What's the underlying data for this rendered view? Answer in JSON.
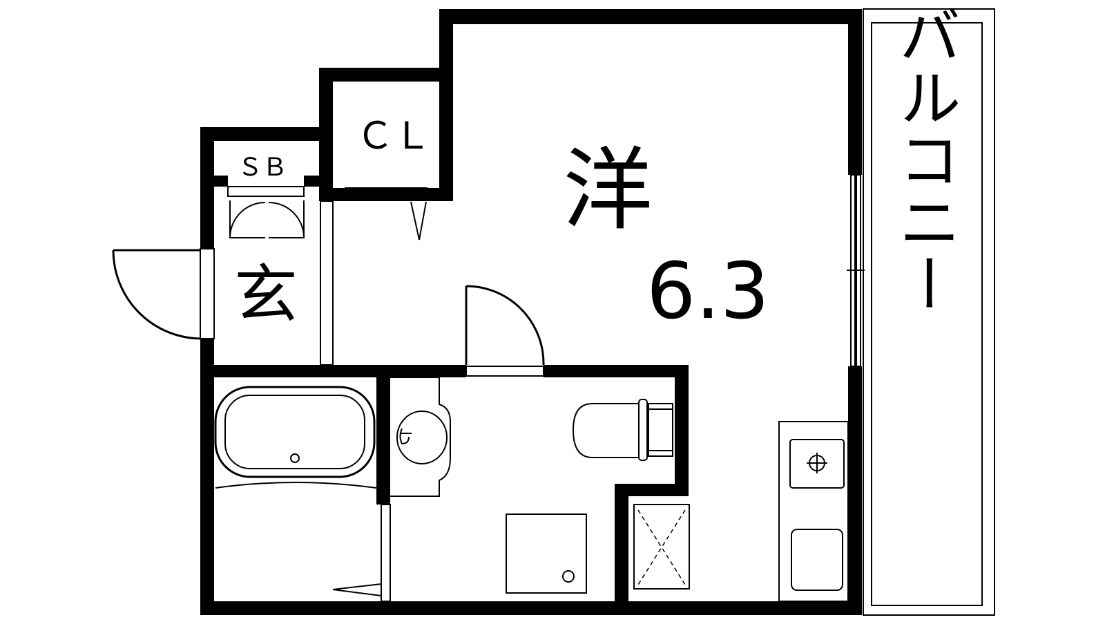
{
  "floorplan": {
    "rooms": {
      "western_room": {
        "label": "洋",
        "area": "6.3"
      },
      "closet": {
        "label": "ＣＬ"
      },
      "shoe_box": {
        "label": "ＳＢ"
      },
      "entrance": {
        "label": "玄"
      },
      "balcony": {
        "label": "バルコニー"
      }
    },
    "colors": {
      "wall": "#000000",
      "background": "#ffffff"
    },
    "icons": [
      "toilet-icon",
      "bathtub-icon",
      "wash-basin-icon",
      "kitchen-stove-icon",
      "kitchen-sink-icon",
      "washing-machine-icon",
      "refrigerator-icon"
    ]
  }
}
